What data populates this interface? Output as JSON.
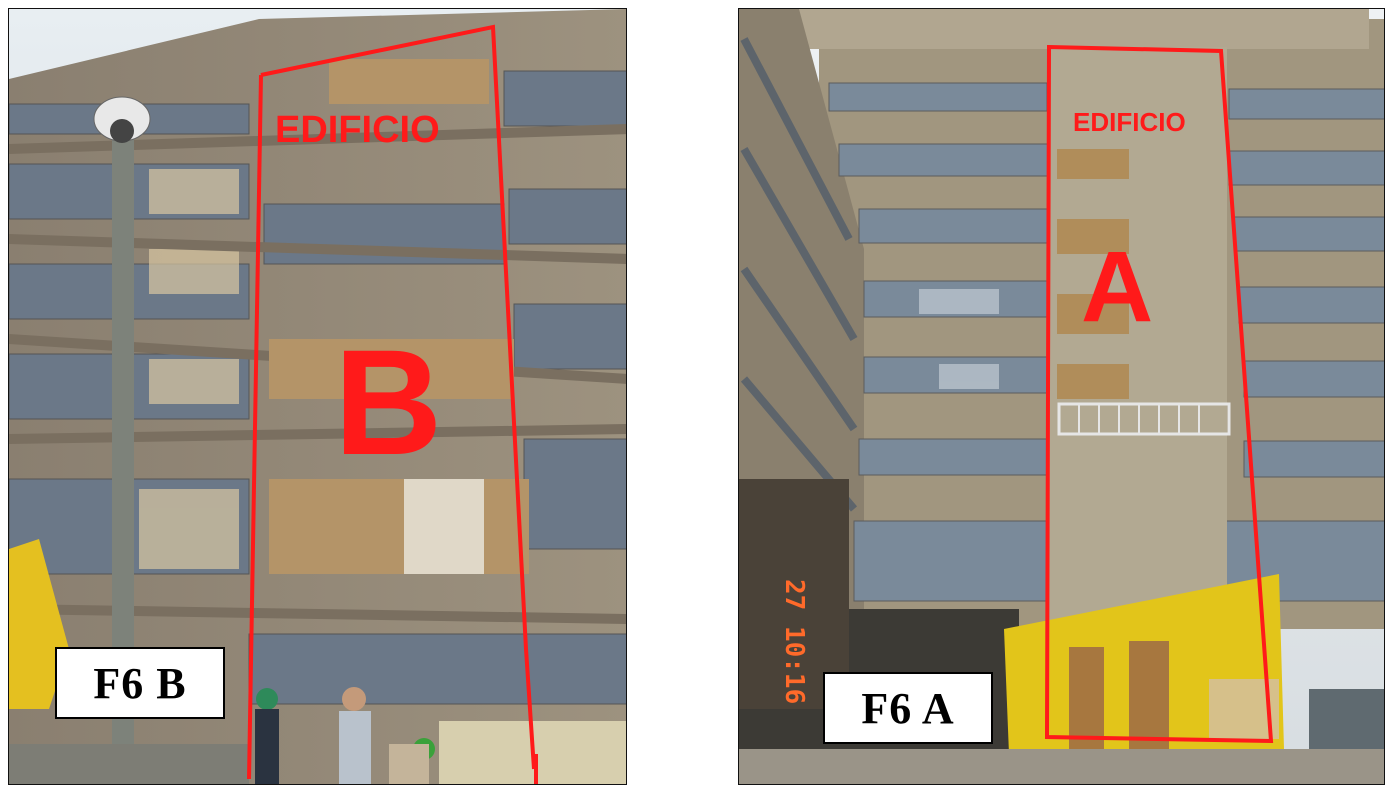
{
  "panels": [
    {
      "id": "B",
      "caption": "F6 B",
      "edificio_label": "EDIFICIO",
      "section_letter": "B"
    },
    {
      "id": "A",
      "caption": "F6 A",
      "edificio_label": "EDIFICIO",
      "section_letter": "A",
      "timestamp": "27 10:16"
    }
  ],
  "colors": {
    "outline": "#ff1a1a",
    "concrete": "#9a8e7c",
    "window": "#6d7c8c",
    "tarp": "#e2c51a"
  }
}
